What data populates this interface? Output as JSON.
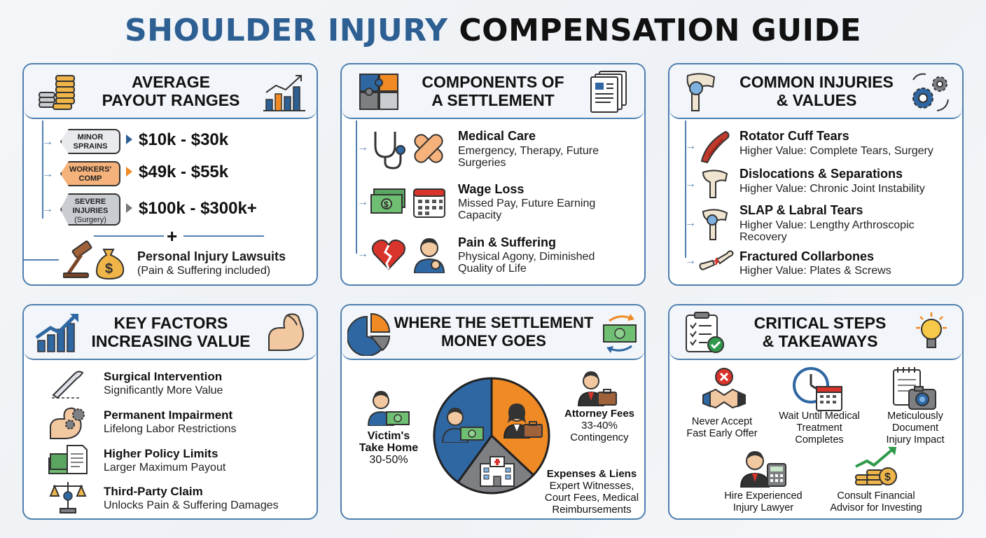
{
  "title": {
    "part1": "SHOULDER INJURY",
    "part2": "COMPENSATION GUIDE"
  },
  "payout": {
    "title_line1": "AVERAGE",
    "title_line2": "PAYOUT RANGES",
    "rows": [
      {
        "tag_line1": "MINOR",
        "tag_line2": "SPRAINS",
        "tag_line3": "",
        "amount": "$10k - $30k",
        "tag_color": "#e8eaed",
        "marker_color": "#2d5f93"
      },
      {
        "tag_line1": "WORKERS'",
        "tag_line2": "COMP",
        "tag_line3": "",
        "amount": "$49k - $55k",
        "tag_color": "#f5b27a",
        "marker_color": "#f08a24"
      },
      {
        "tag_line1": "SEVERE",
        "tag_line2": "INJURIES",
        "tag_line3": "(Surgery)",
        "amount": "$100k - $300k+",
        "tag_color": "#c9ccd1",
        "marker_color": "#777777"
      }
    ],
    "plus": "+",
    "lawsuit_title": "Personal Injury Lawsuits",
    "lawsuit_sub": "(Pain & Suffering included)"
  },
  "components": {
    "title_line1": "COMPONENTS OF",
    "title_line2": "A SETTLEMENT",
    "items": [
      {
        "title": "Medical Care",
        "sub1": "Emergency, Therapy, Future",
        "sub2": "Surgeries"
      },
      {
        "title": "Wage Loss",
        "sub1": "Missed Pay, Future Earning",
        "sub2": "Capacity"
      },
      {
        "title": "Pain & Suffering",
        "sub1": "Physical Agony, Diminished",
        "sub2": "Quality of Life"
      }
    ]
  },
  "injuries": {
    "title_line1": "COMMON INJURIES",
    "title_line2": "& VALUES",
    "items": [
      {
        "title": "Rotator Cuff Tears",
        "sub1": "Higher Value: Complete Tears, Surgery",
        "sub2": ""
      },
      {
        "title": "Dislocations & Separations",
        "sub1": "Higher Value: Chronic Joint Instability",
        "sub2": ""
      },
      {
        "title": "SLAP & Labral Tears",
        "sub1": "Higher Value: Lengthy Arthroscopic",
        "sub2": "Recovery"
      },
      {
        "title": "Fractured Collarbones",
        "sub1": "Higher Value: Plates & Screws",
        "sub2": ""
      }
    ]
  },
  "factors": {
    "title_line1": "KEY FACTORS",
    "title_line2": "INCREASING VALUE",
    "items": [
      {
        "title": "Surgical Intervention",
        "sub": "Significantly More Value"
      },
      {
        "title": "Permanent Impairment",
        "sub": "Lifelong Labor Restrictions"
      },
      {
        "title": "Higher Policy Limits",
        "sub": "Larger Maximum Payout"
      },
      {
        "title": "Third-Party Claim",
        "sub": "Unlocks Pain & Suffering Damages"
      }
    ]
  },
  "money": {
    "title_line1": "WHERE THE SETTLEMENT",
    "title_line2": "MONEY GOES",
    "slices": [
      {
        "name": "Victim's Take Home",
        "line1": "Victim's",
        "line2": "Take Home",
        "range": "30-50%",
        "value": 40,
        "color": "#2f67a3"
      },
      {
        "name": "Attorney Fees",
        "line1": "Attorney Fees",
        "line2": "",
        "range": "33-40%",
        "value": 37,
        "color": "#f08a24"
      },
      {
        "name": "Expenses & Liens",
        "line1": "Expenses & Liens",
        "line2": "",
        "range": "",
        "value": 23,
        "color": "#7d7f83"
      }
    ],
    "attorney_sub": "Contingency",
    "expenses_sub1": "Expert Witnesses,",
    "expenses_sub2": "Court Fees, Medical",
    "expenses_sub3": "Reimbursements"
  },
  "steps": {
    "title_line1": "CRITICAL STEPS",
    "title_line2": "& TAKEAWAYS",
    "items": [
      {
        "line1": "Never Accept",
        "line2": "Fast Early Offer",
        "line3": ""
      },
      {
        "line1": "Wait Until Medical",
        "line2": "Treatment",
        "line3": "Completes"
      },
      {
        "line1": "Meticulously",
        "line2": "Document",
        "line3": "Injury Impact"
      },
      {
        "line1": "Hire Experienced",
        "line2": "Injury Lawyer",
        "line3": ""
      },
      {
        "line1": "Consult Financial",
        "line2": "Advisor for Investing",
        "line3": ""
      }
    ]
  },
  "colors": {
    "blue": "#2d5f93",
    "orange": "#f08a24",
    "border": "#4f7fae",
    "green": "#2e9a4a",
    "red": "#d9342b"
  }
}
